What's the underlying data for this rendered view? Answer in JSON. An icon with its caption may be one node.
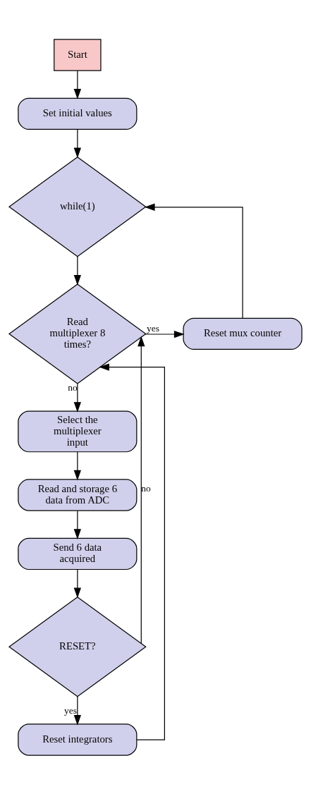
{
  "diagram": {
    "nodes": [
      {
        "text": [
          "Start"
        ]
      },
      {
        "text": [
          "Set initial values"
        ]
      },
      {
        "text": [
          "while(1)"
        ]
      },
      {
        "text": [
          "Read multiplexer 8 times?"
        ]
      },
      {
        "text": [
          "Reset mux counter"
        ]
      },
      {
        "text": [
          "Select the multiplexer input"
        ]
      },
      {
        "text": [
          "Read and storage 6 data from ADC"
        ]
      },
      {
        "text": [
          "Send 6 data acquired"
        ]
      },
      {
        "text": [
          "RESET?"
        ]
      },
      {
        "text": [
          "Reset integrators"
        ]
      }
    ],
    "edges": [
      {
        "from": 0,
        "to": 1,
        "arrow": "to"
      },
      {
        "from": 1,
        "to": 2,
        "arrow": "to"
      },
      {
        "from": 2,
        "to": 3,
        "arrow": "to"
      },
      {
        "from": 3,
        "to": 4,
        "arrow": "to",
        "label": "yes"
      },
      {
        "from": 4,
        "to": 2,
        "arrow": "to"
      },
      {
        "from": 3,
        "to": 5,
        "arrow": "to",
        "label": "no"
      },
      {
        "from": 5,
        "to": 6,
        "arrow": "to"
      },
      {
        "from": 6,
        "to": 7,
        "arrow": "to"
      },
      {
        "from": 7,
        "to": 8,
        "arrow": "to"
      },
      {
        "from": 8,
        "to": 3,
        "arrow": "to",
        "label": "no"
      },
      {
        "from": 8,
        "to": 9,
        "arrow": "to",
        "label": "yes"
      },
      {
        "from": 9,
        "to": 3,
        "arrow": "to"
      }
    ]
  }
}
